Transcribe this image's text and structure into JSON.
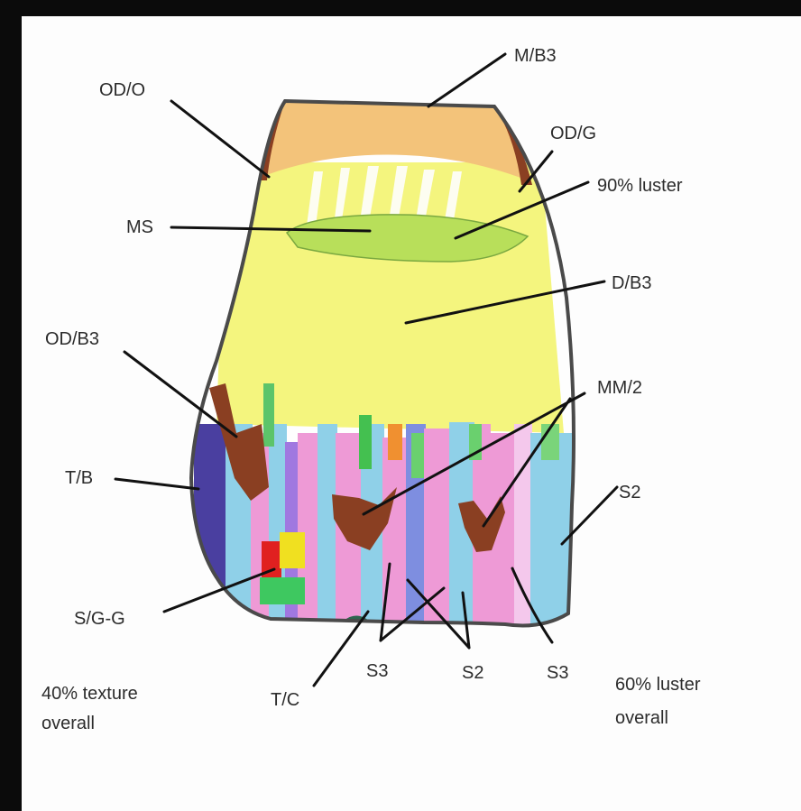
{
  "labels": {
    "m_b3": "M/B3",
    "od_o": "OD/O",
    "od_g": "OD/G",
    "luster_90": "90% luster",
    "ms": "MS",
    "d_b3": "D/B3",
    "od_b3": "OD/B3",
    "mm_2": "MM/2",
    "t_b": "T/B",
    "s2_right": "S2",
    "s_g_g": "S/G-G",
    "t_c": "T/C",
    "s3_left": "S3",
    "s2_bottom": "S2",
    "s3_right": "S3"
  },
  "notes": {
    "texture_line1": "40% texture",
    "texture_line2": "overall",
    "luster_line1": "60% luster",
    "luster_line2": "overall"
  },
  "colors": {
    "incisal_orange": "#f3c37a",
    "body_yellow": "#f4f57e",
    "mamelon_brown": "#8a3f22",
    "enamel_blue": "#8fd0e8",
    "enamel_pink": "#ee9ad6",
    "stain_green": "#9ad64a",
    "outline": "#4a4a4a"
  }
}
